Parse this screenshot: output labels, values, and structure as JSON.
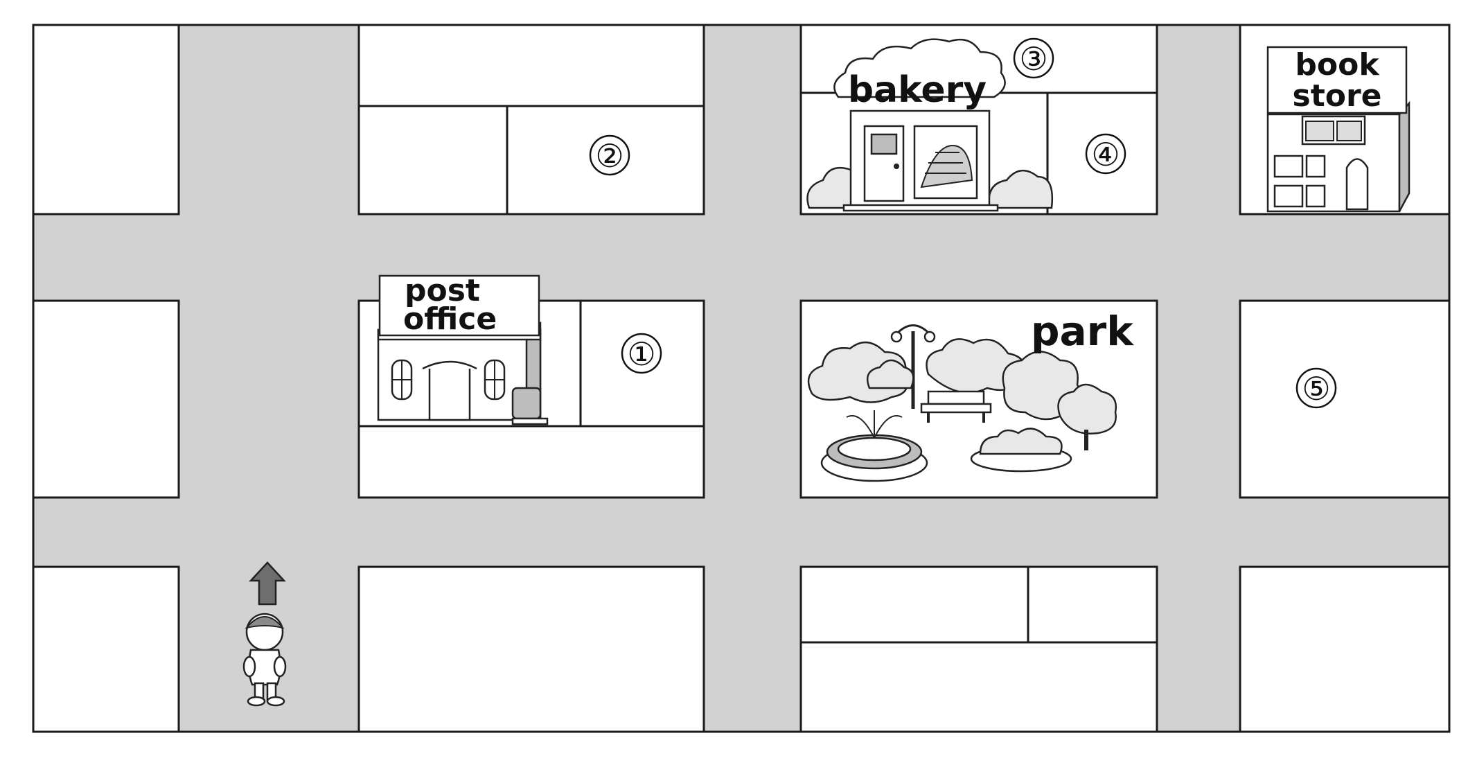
{
  "places": {
    "bakery": "bakery",
    "book_store_line1": "book",
    "book_store_line2": "store",
    "post_office_line1": "post",
    "post_office_line2": "office",
    "park": "park"
  },
  "markers": [
    "①",
    "②",
    "③",
    "④",
    "⑤"
  ],
  "colors": {
    "road": "#d2d2d2",
    "block": "#ffffff",
    "line": "#1a1a1a",
    "arrow": "#6e6e6e"
  },
  "icons": {
    "walker": "person-icon",
    "direction": "arrow-up-icon"
  }
}
